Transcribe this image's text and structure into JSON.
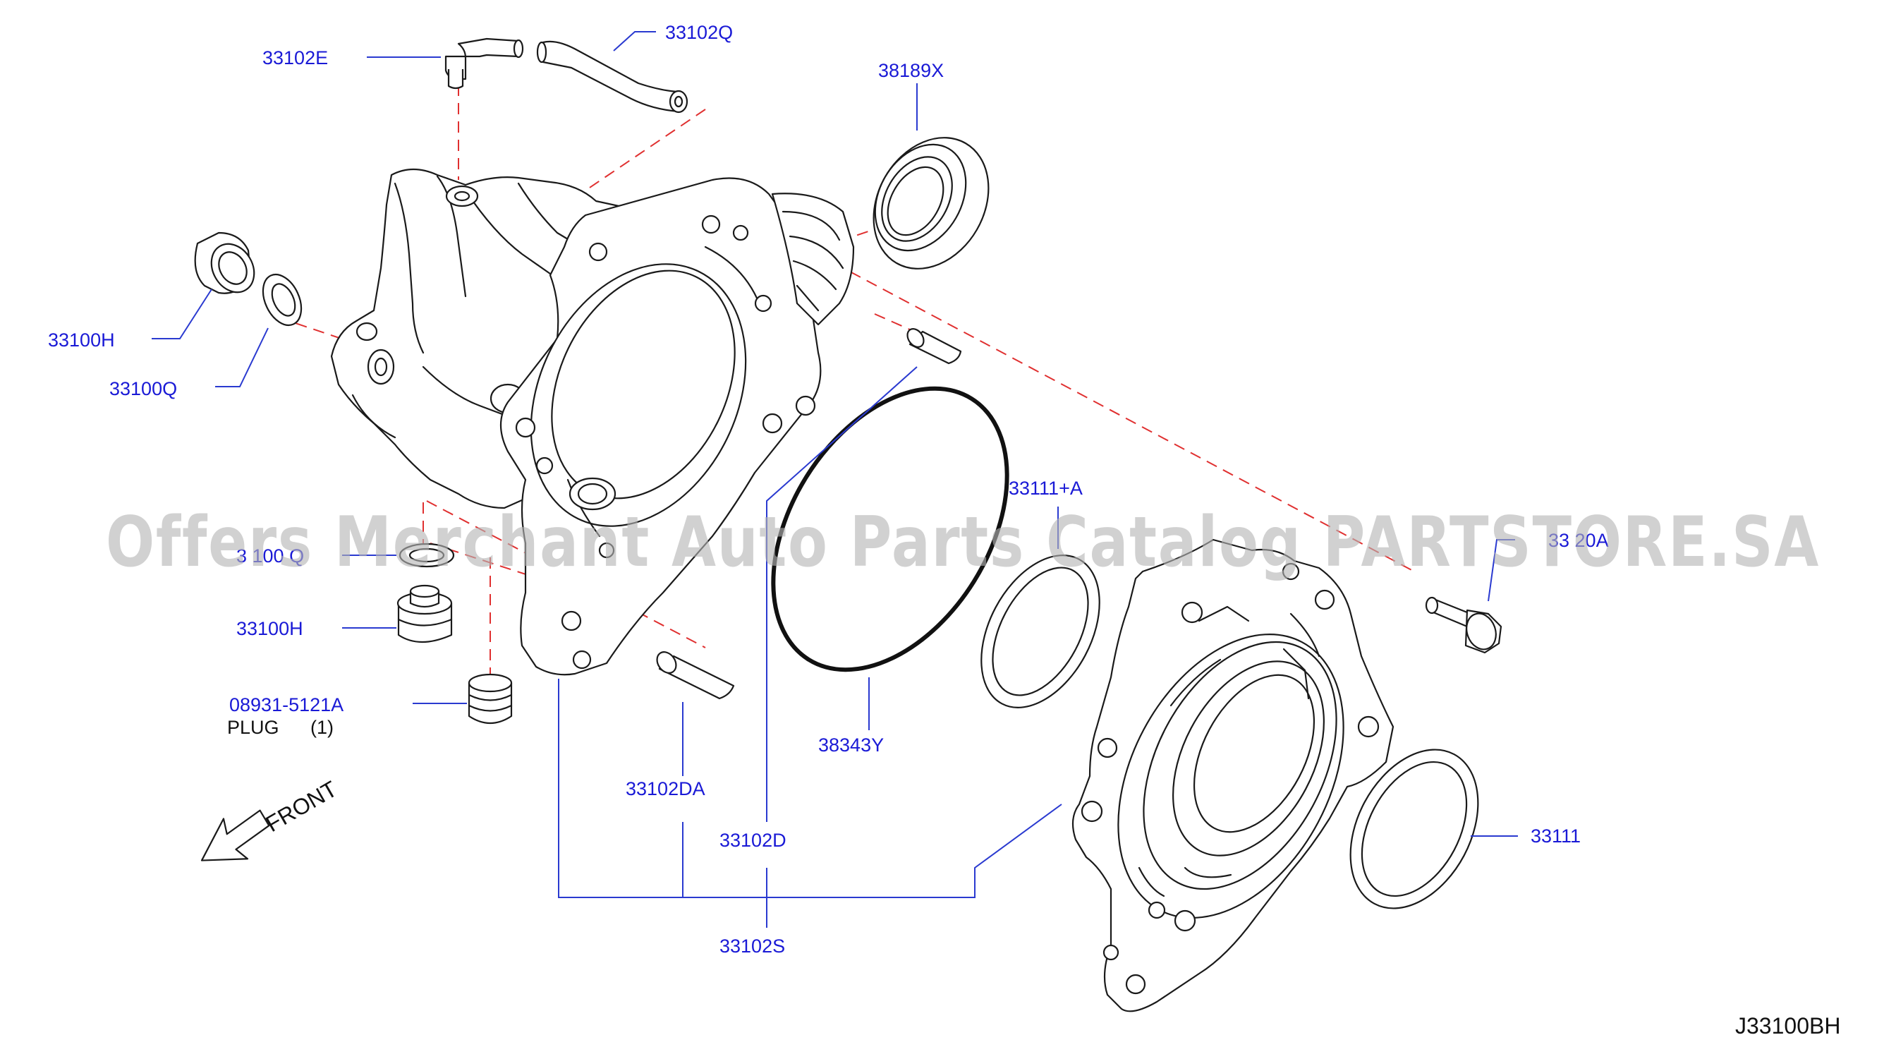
{
  "diagram": {
    "reference_code": "J33100BH",
    "front_label": "FRONT",
    "watermark": "Offers Merchant Auto Parts Catalog PARTSTORE.SA",
    "colors": {
      "leader": "#2a3ad0",
      "part_label": "#1a1ad6",
      "dash": "#e03030",
      "line_art": "#1a1a1a",
      "watermark": "#b5b5b5"
    },
    "labels": {
      "p33102E": "33102E",
      "p33102Q": "33102Q",
      "p38189X": "38189X",
      "p33100H_top": "33100H",
      "p33100Q_top": "33100Q",
      "p33111A": "33111+A",
      "p33120A_partial": "33 20A",
      "p33100Q_bottom_partial": "3 100 Q",
      "p33100H_bottom": "33100H",
      "p08931": "08931-5121A",
      "plug": "PLUG",
      "plug_qty": "(1)",
      "p38343Y": "38343Y",
      "p33102DA": "33102DA",
      "p33102D": "33102D",
      "p33111": "33111",
      "p33102S": "33102S"
    }
  }
}
